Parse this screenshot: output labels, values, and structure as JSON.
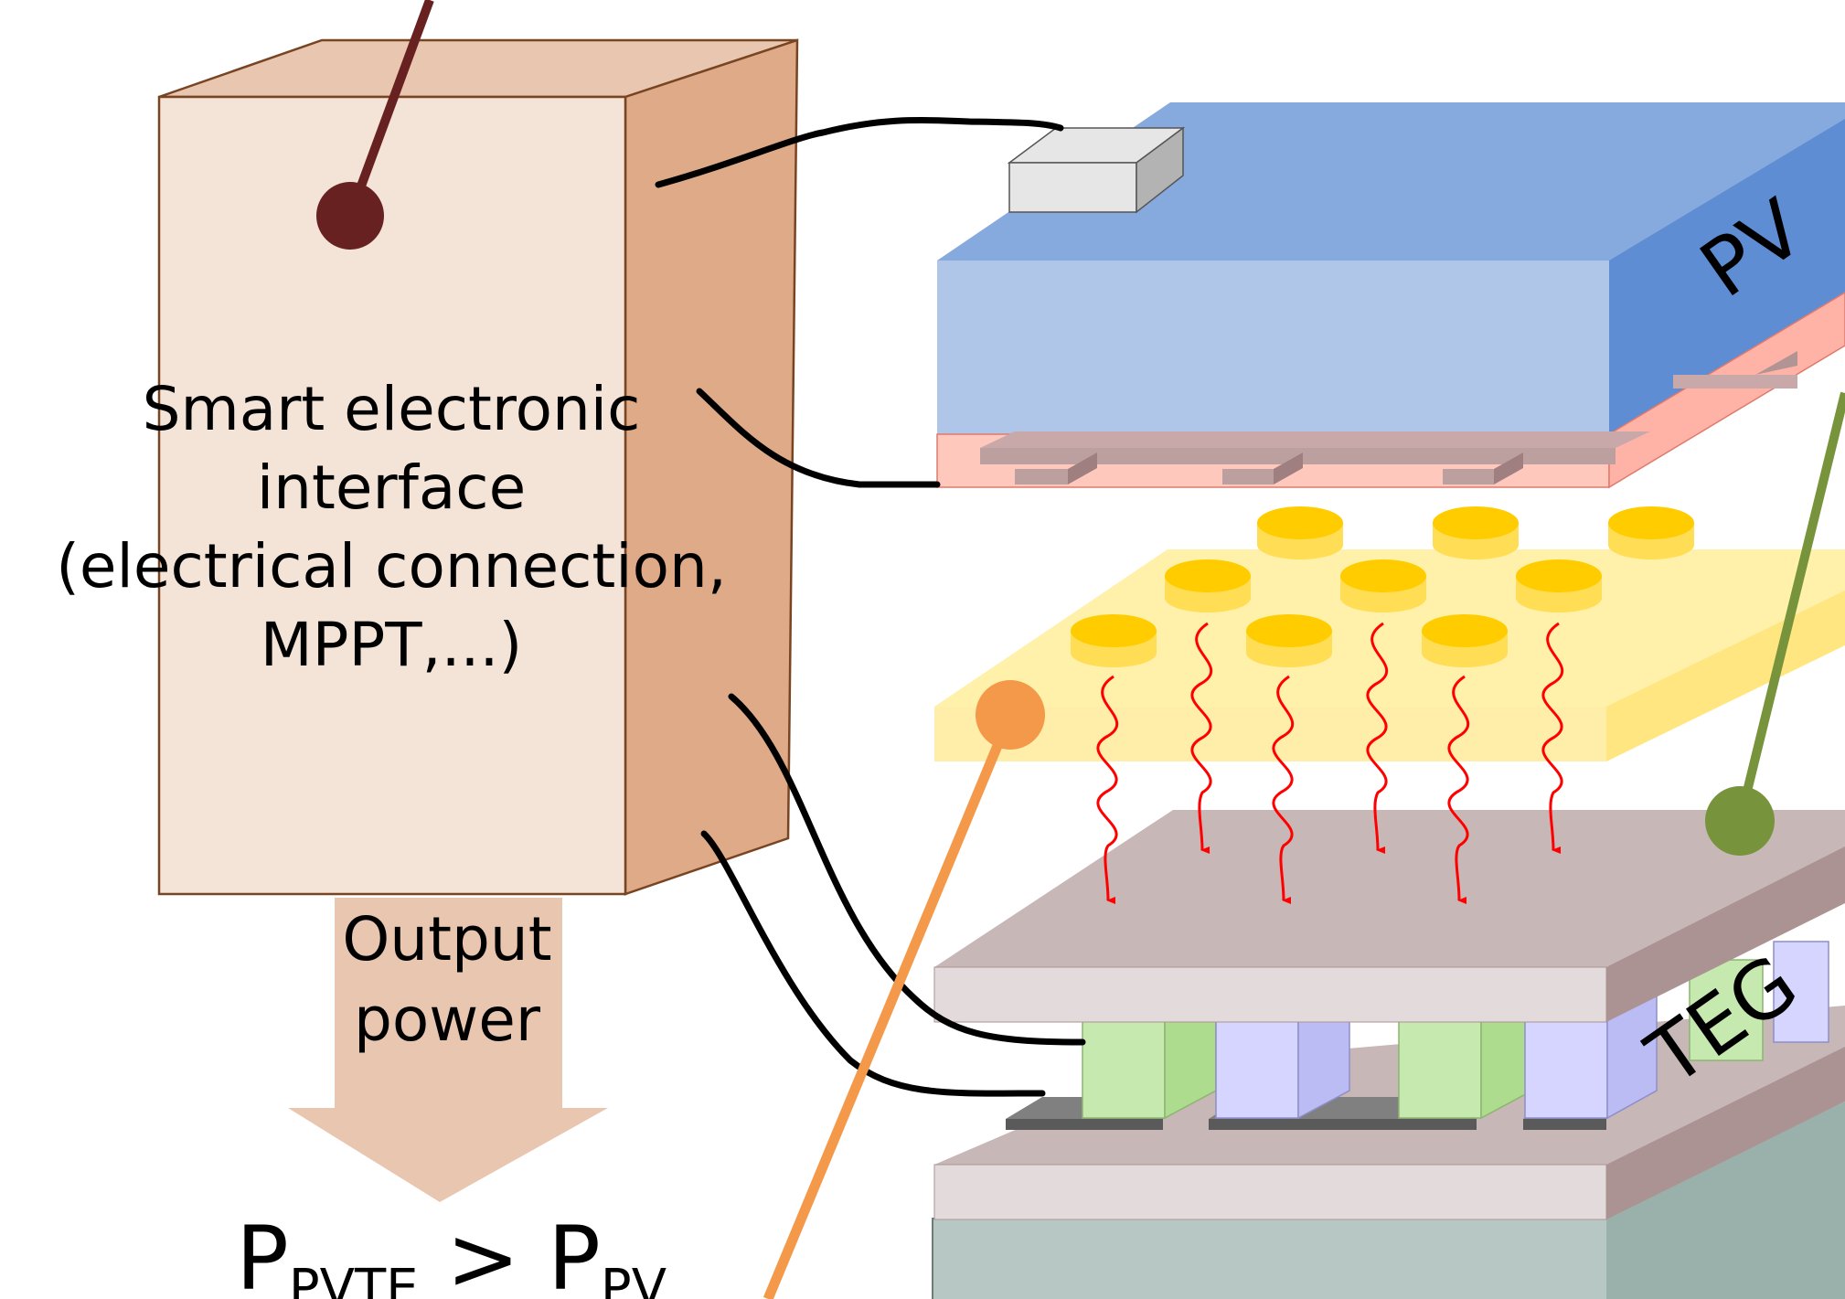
{
  "interface_box": {
    "line1": "Smart electronic",
    "line2": "interface",
    "line3": "(electrical connection,",
    "line4": "MPPT,...)"
  },
  "output_arrow": {
    "line1": "Output",
    "line2": "power"
  },
  "formula": {
    "p1": "P",
    "sub1": "PVTE",
    "op": " > ",
    "p2": "P",
    "sub2": "PV"
  },
  "labels": {
    "pv": "PV",
    "teg": "TEG"
  },
  "colors": {
    "box_front": "#f4e3d7",
    "box_side": "#deaa87",
    "box_top": "#e9c6af",
    "box_outline": "#784421",
    "pv_front": "#afc6e9",
    "pv_top": "#87aade",
    "pv_side": "#5f8dd3",
    "absorber": "#ffe680",
    "absorber_top": "#fff0aa",
    "dots": "#ffcc00",
    "heat_arrows": "#ff0000",
    "teg_plate_top": "#c8b7b7",
    "teg_plate_front": "#e3dbdb",
    "teg_plate_side": "#ac9393",
    "teg_p_leg": "#c6e9af",
    "teg_n_leg": "#d5d5ff",
    "heatsink": "#b7c8c4",
    "pointer_maroon": "#672121",
    "pointer_orange": "#f4984a",
    "pointer_green": "#77933c"
  }
}
